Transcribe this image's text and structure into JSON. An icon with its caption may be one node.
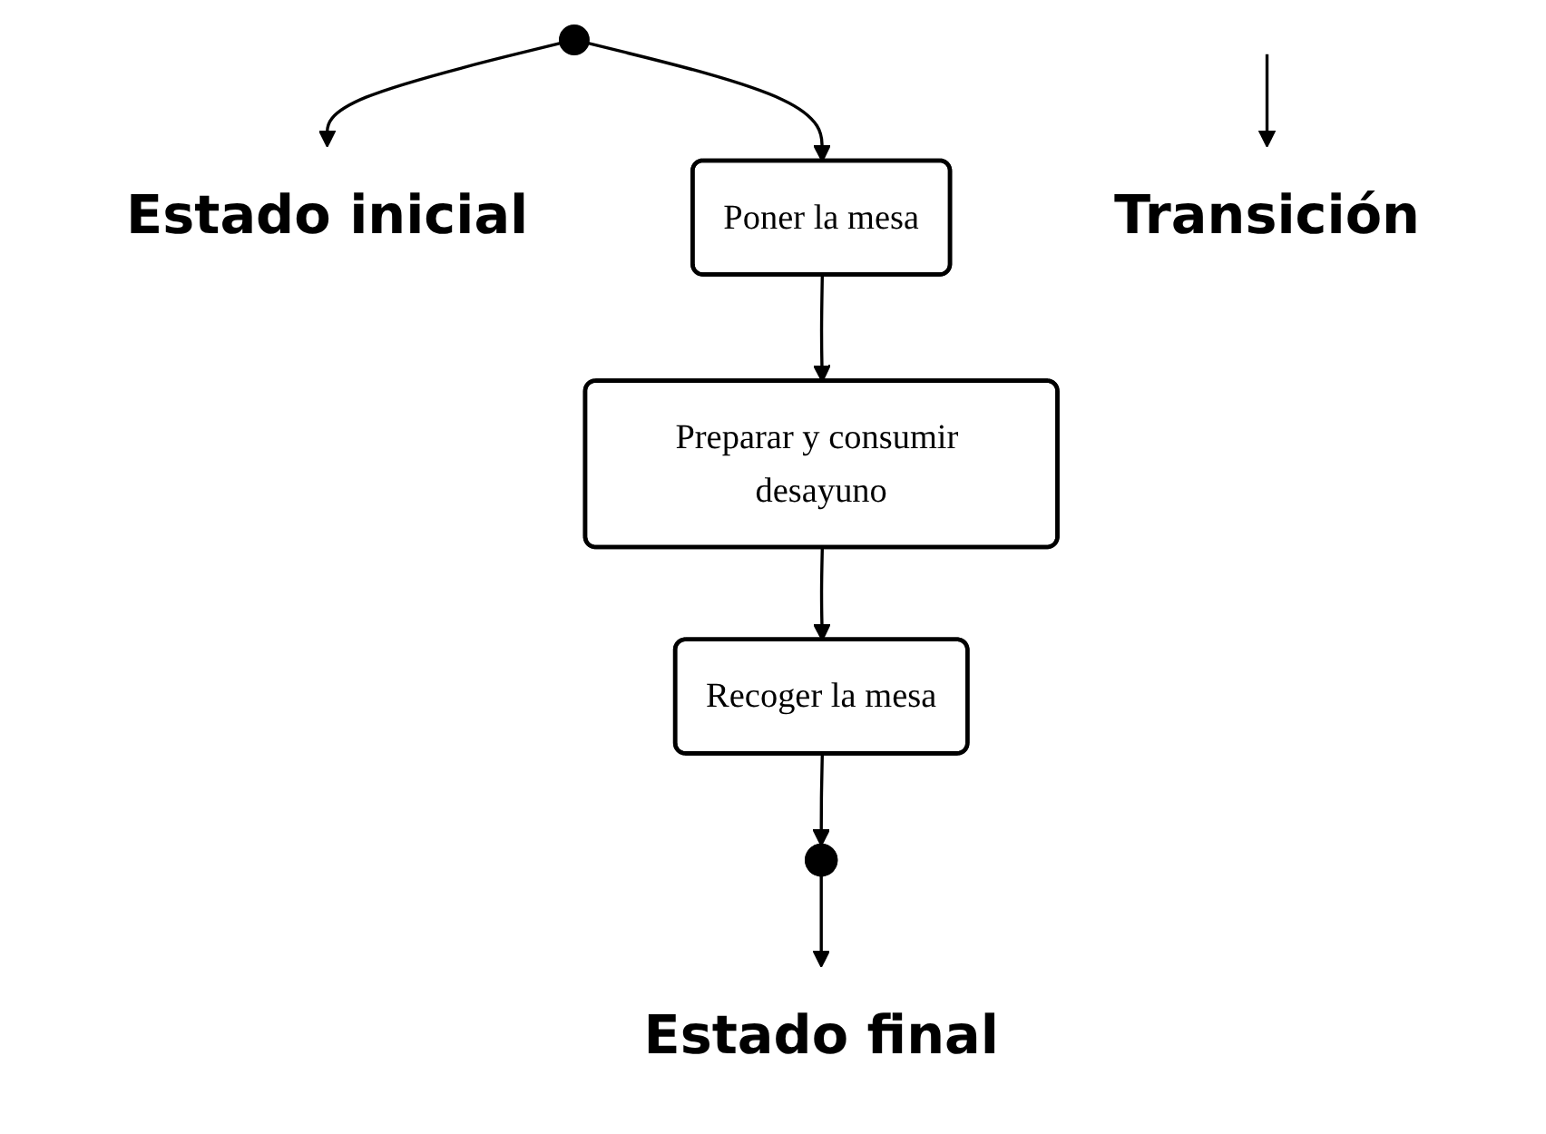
{
  "diagram": {
    "nodes": [
      {
        "text": [],
        "shape": "circle"
      },
      {
        "text": [
          "Estado inicial"
        ]
      },
      {
        "text": [
          "Poner la mesa"
        ]
      },
      {
        "text": [
          "Transición"
        ]
      },
      {
        "text": [
          "Preparar y consumir desayuno"
        ]
      },
      {
        "text": [
          "Recoger la mesa"
        ]
      },
      {
        "text": [],
        "shape": "bullseye"
      },
      {
        "text": [
          "Estado final"
        ]
      }
    ],
    "edges": [
      {
        "from": 0,
        "to": 2,
        "arrow": "to"
      },
      {
        "from": 2,
        "to": 4,
        "arrow": "to"
      },
      {
        "from": 4,
        "to": 5,
        "arrow": "to"
      },
      {
        "from": 5,
        "to": 6,
        "arrow": "to"
      },
      {
        "from": 0,
        "to": 1,
        "arrow": "to"
      },
      {
        "from": null,
        "to": 3,
        "arrow": "to"
      },
      {
        "from": 6,
        "to": 7,
        "arrow": "to"
      }
    ]
  }
}
